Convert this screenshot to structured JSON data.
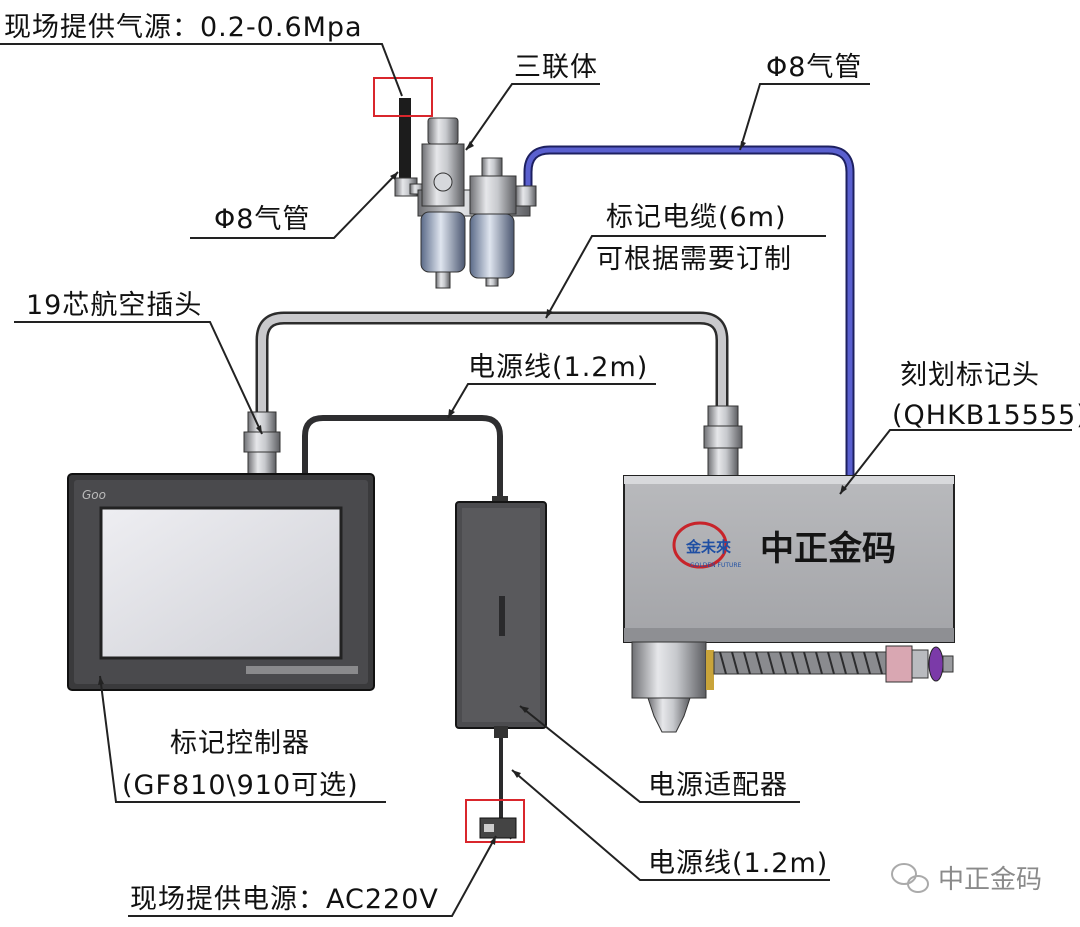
{
  "labels": {
    "air_supply": "现场提供气源：0.2-0.6Mpa",
    "triple_unit": "三联体",
    "air_tube_top": "Φ8气管",
    "air_tube_left": "Φ8气管",
    "mark_cable_line1": "标记电缆(6m)",
    "mark_cable_line2": "可根据需要订制",
    "aviation_plug": "19芯航空插头",
    "power_cord_top": "电源线(1.2m)",
    "mark_head_line1": "刻划标记头",
    "mark_head_line2": "(QHKB15555)",
    "controller_line1": "标记控制器",
    "controller_line2": "(GF810\\910可选)",
    "power_adapter": "电源适配器",
    "power_cord_bottom": "电源线(1.2m)",
    "power_supply": "现场提供电源：AC220V"
  },
  "mark_head": {
    "brand_text": "中正金码",
    "logo_text": "金未來",
    "logo_subtext": "GOLDEN FUTURE"
  },
  "watermark": {
    "text": "中正金码"
  },
  "colors": {
    "air_hose": "#4a4fb8",
    "callout_box": "#d9262c",
    "logo_red": "#c8242a",
    "logo_blue": "#1f4fa3"
  }
}
